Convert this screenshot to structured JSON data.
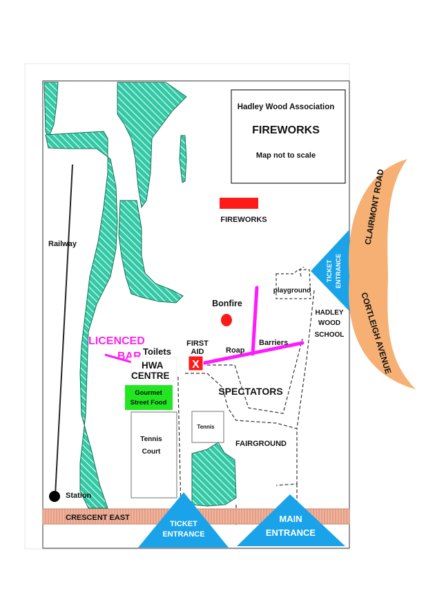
{
  "title_box": {
    "line1": "Hadley Wood Association",
    "line2": "FIREWORKS",
    "line3": "Map not to scale"
  },
  "labels": {
    "fireworks": "FIREWORKS",
    "railway": "Railway",
    "bonfire": "Bonfire",
    "playground": "playground",
    "school_1": "HADLEY",
    "school_2": "WOOD",
    "school_3": "SCHOOL",
    "licenced_1": "LICENCED",
    "licenced_2": "BAR",
    "toilets": "Toilets",
    "first_aid_1": "FIRST",
    "first_aid_2": "AID",
    "first_aid_mark": "X",
    "hwa_1": "HWA",
    "hwa_2": "CENTRE",
    "rope_1": "Roap",
    "rope_2": "Barriers",
    "food_1": "Gourmet",
    "food_2": "Street Food",
    "spectators": "SPECTATORS",
    "tennis_small": "Tennis",
    "tennis_court_1": "Tennis",
    "tennis_court_2": "Court",
    "fairground": "FAIRGROUND",
    "station": "Station",
    "crescent_east": "CRESCENT EAST",
    "clairmont_road": "CLAIRMONT ROAD",
    "cortleigh_avenue": "CORTLEIGH AVENUE",
    "ticket_entrance_side_1": "TICKET",
    "ticket_entrance_side_2": "ENTRANCE",
    "ticket_entrance_bottom_1": "TICKET",
    "ticket_entrance_bottom_2": "ENTRANCE",
    "main_entrance_1": "MAIN",
    "main_entrance_2": "ENTRANCE"
  },
  "colors": {
    "woodland": "#34c9a6",
    "woodland_hatch": "#1f8a6a",
    "fireworks_marker": "#ff1a1a",
    "bonfire": "#ff1a1a",
    "rope_barrier": "#ff1aff",
    "licenced_bar_text": "#ff22ee",
    "entrance": "#1aa3e8",
    "road_orange": "#f6b074",
    "crescent_road": "#f0b39c",
    "food_box": "#22e622",
    "first_aid": "#ff1a1a"
  }
}
